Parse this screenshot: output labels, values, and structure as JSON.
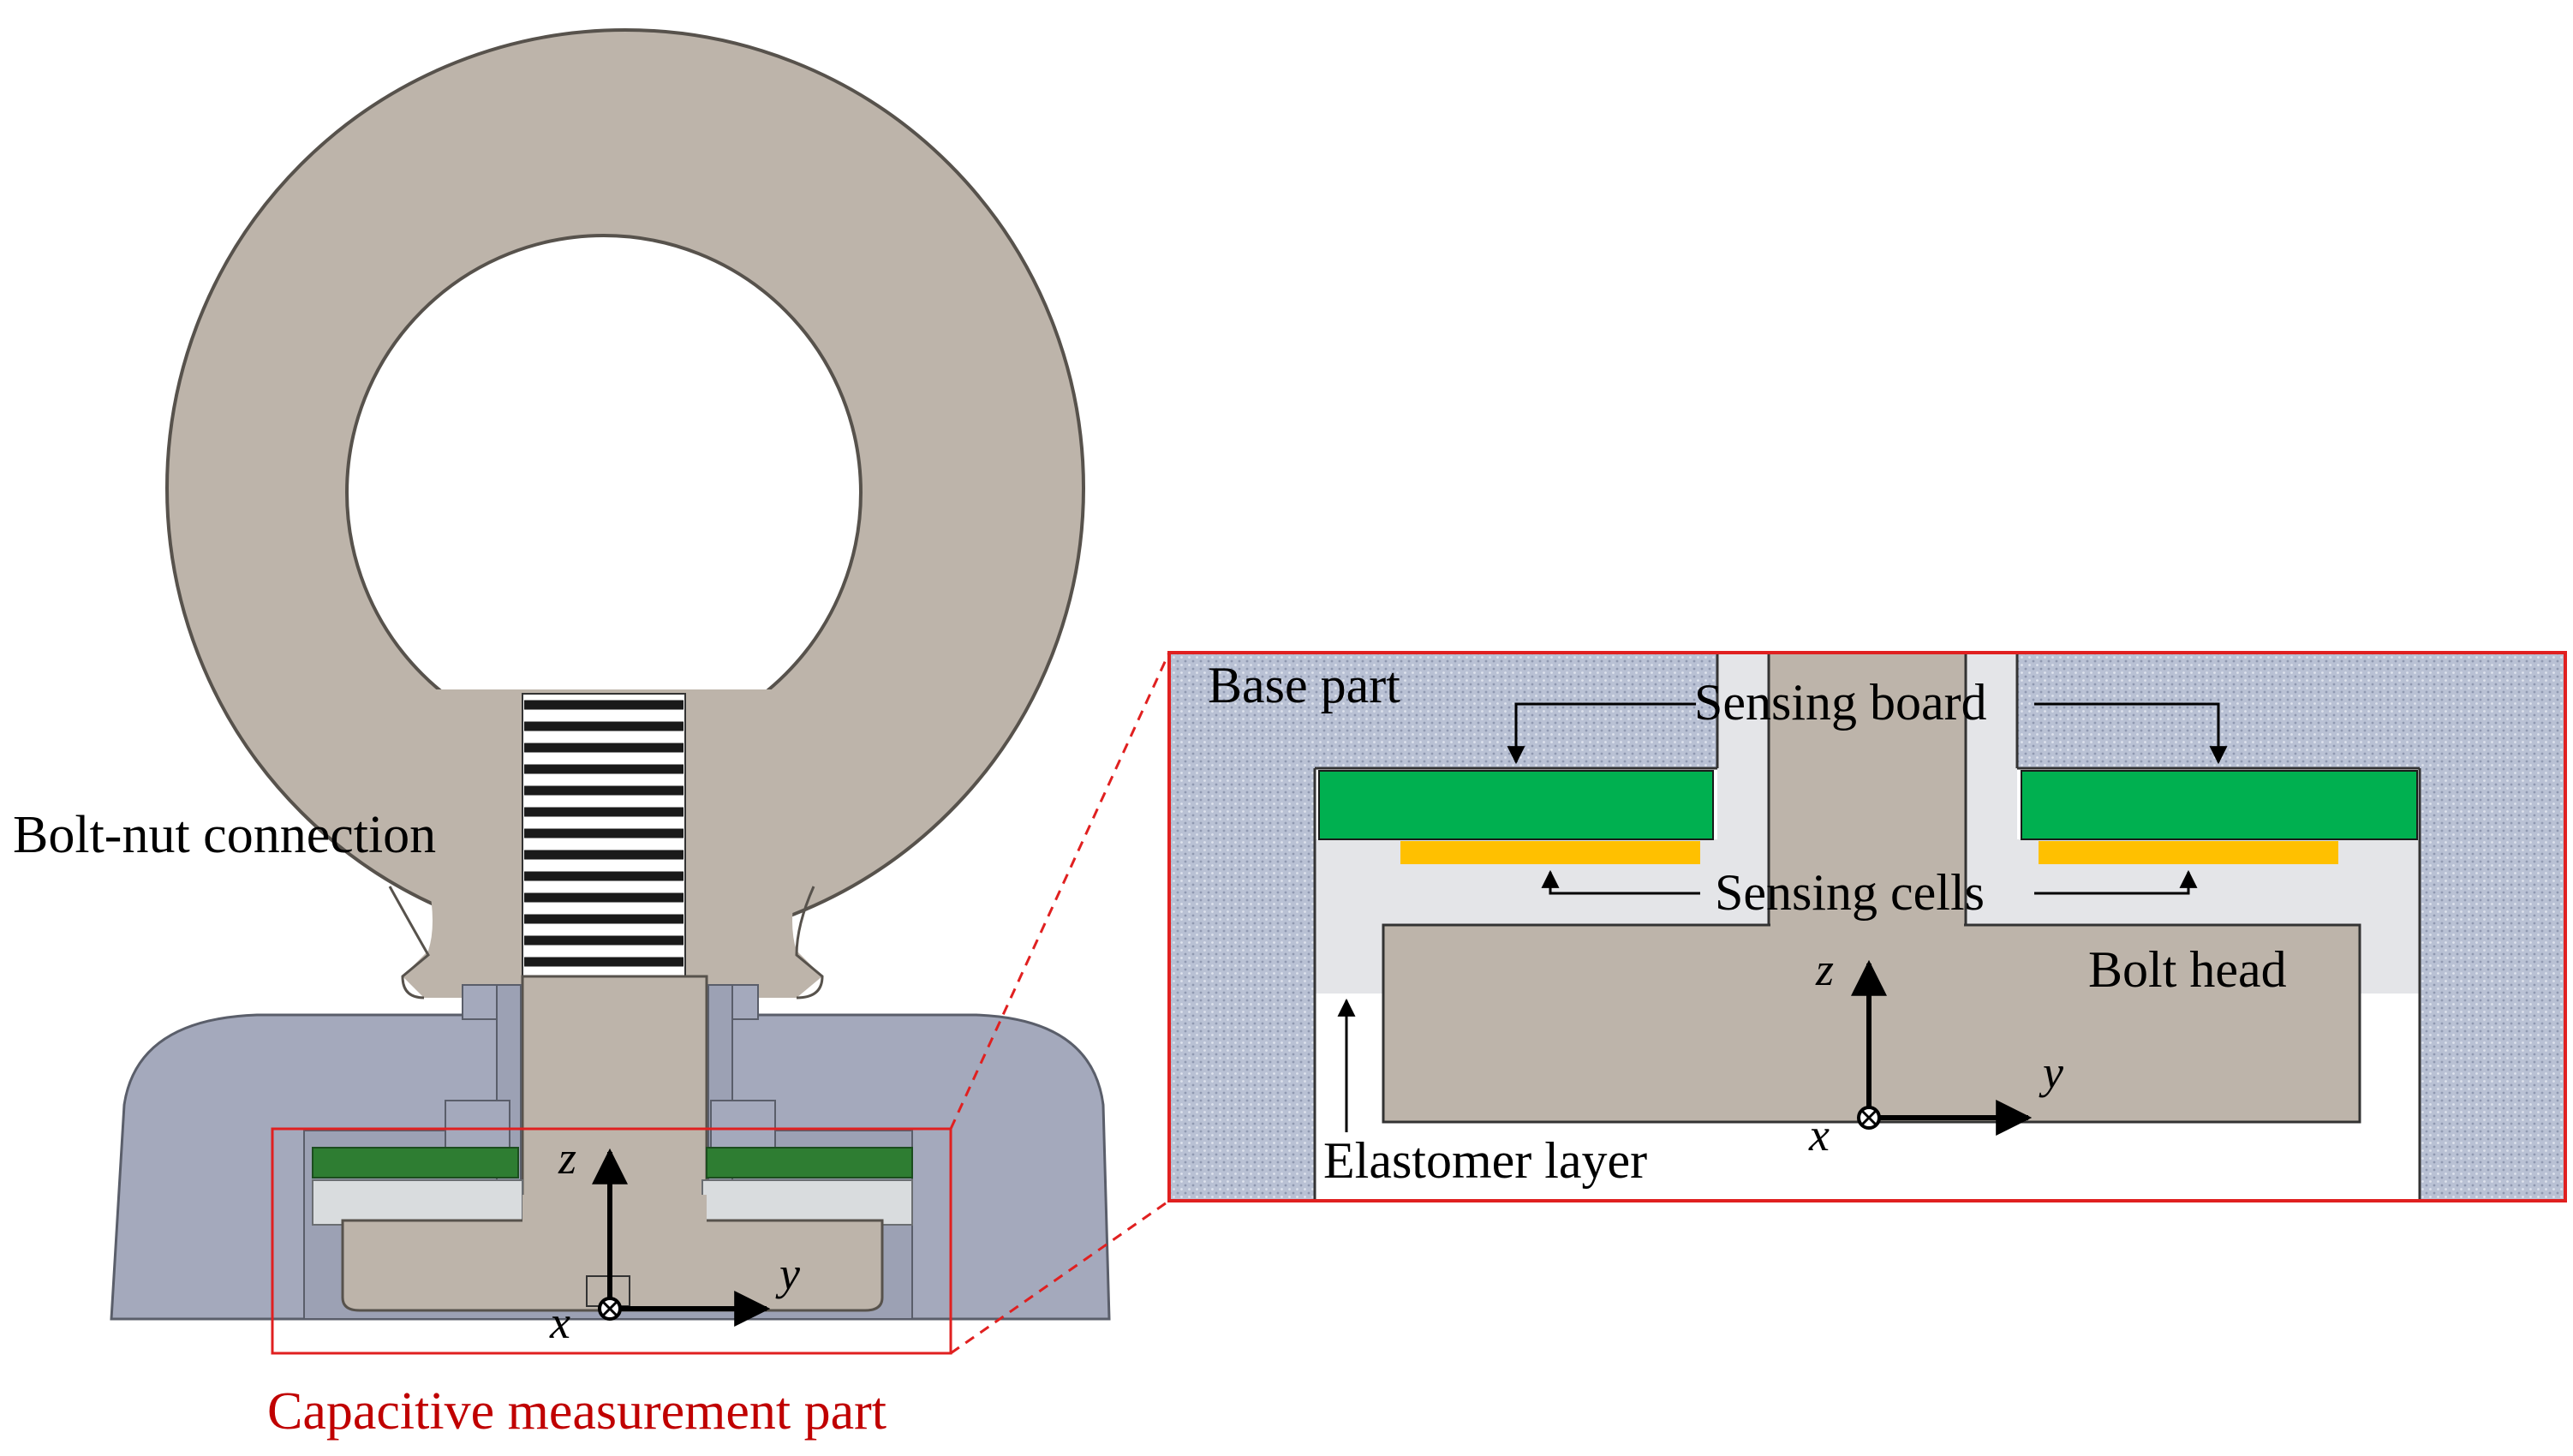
{
  "labels": {
    "bolt_nut": "Bolt-nut connection",
    "capacitive_part": "Capacitive measurement part",
    "base_part": "Base part",
    "sensing_board": "Sensing board",
    "sensing_cells": "Sensing cells",
    "bolt_head": "Bolt head",
    "elastomer": "Elastomer layer"
  },
  "axes": {
    "x": "x",
    "y": "y",
    "z": "z"
  },
  "colors": {
    "metal": "#bdb4aa",
    "base_blue": "#a4a9bc",
    "sensing_board": "#00b050",
    "board_dark": "#2e7d32",
    "sensing_cells": "#ffc000",
    "highlight_red": "#e02020",
    "caption_red": "#c00000",
    "elastomer_gray": "#e4e5e8",
    "hatch_blue": "#b7bfd2"
  }
}
